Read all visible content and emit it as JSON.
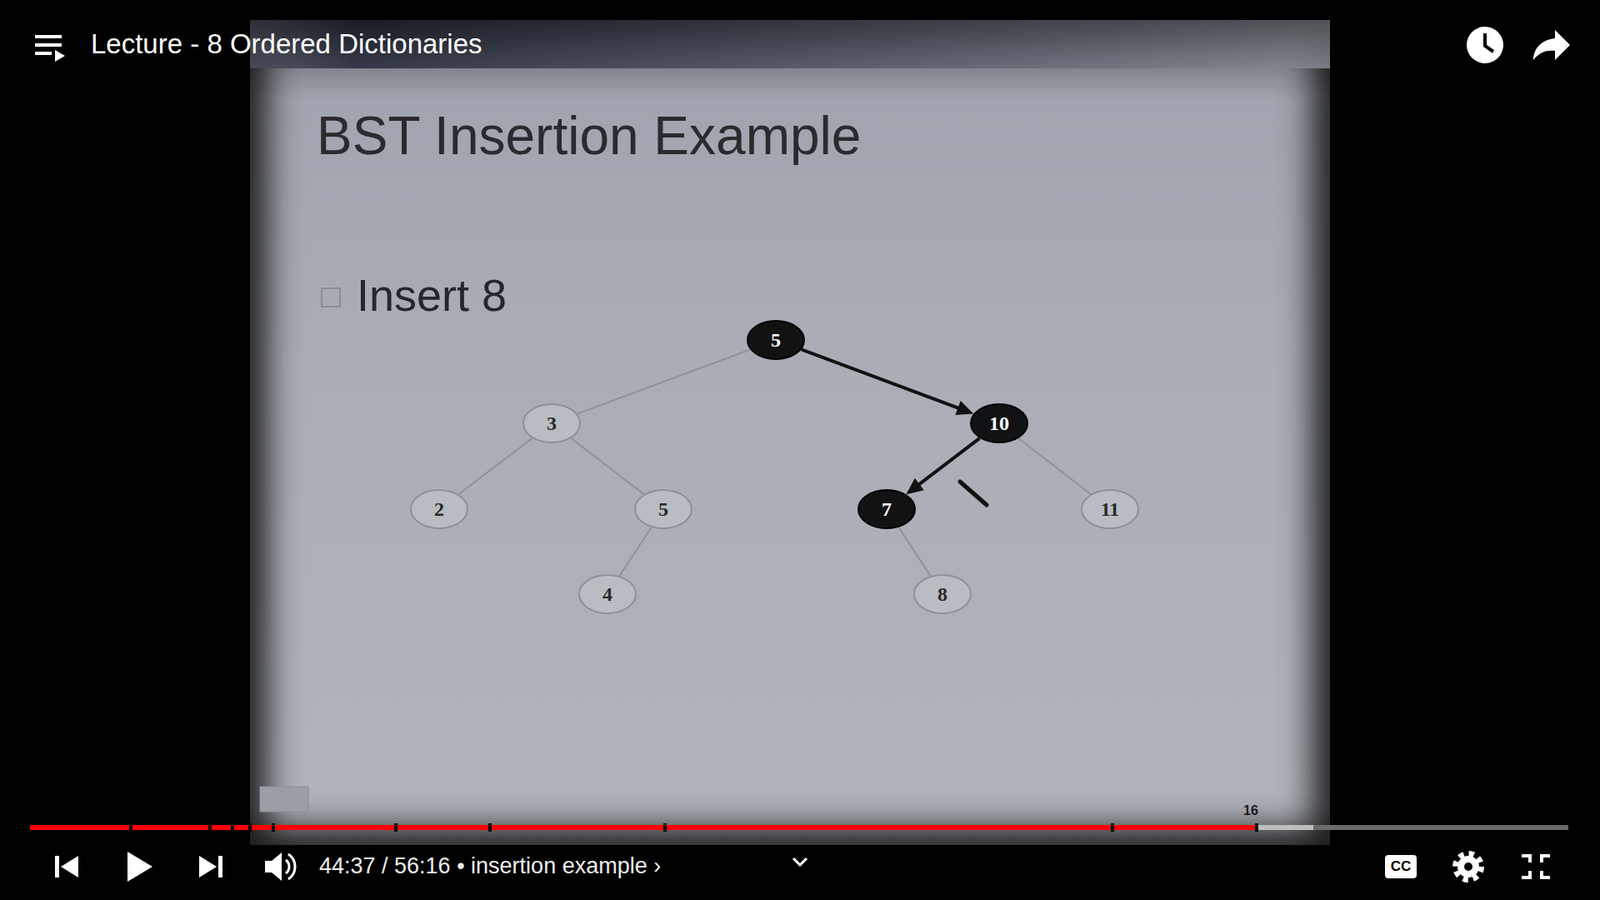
{
  "diagram": {
    "title": "BST Insertion Example",
    "nodes": [
      {
        "text": [
          "5"
        ]
      },
      {
        "text": [
          "3"
        ]
      },
      {
        "text": [
          "10"
        ]
      },
      {
        "text": [
          "2"
        ]
      },
      {
        "text": [
          "5"
        ]
      },
      {
        "text": [
          "7"
        ]
      },
      {
        "text": [
          "11"
        ]
      },
      {
        "text": [
          "4"
        ]
      },
      {
        "text": [
          "8"
        ]
      }
    ],
    "edges": [
      {
        "from": 0,
        "to": 1,
        "arrow": "none"
      },
      {
        "from": 0,
        "to": 2,
        "arrow": "to"
      },
      {
        "from": 1,
        "to": 3,
        "arrow": "none"
      },
      {
        "from": 1,
        "to": 4,
        "arrow": "none"
      },
      {
        "from": 4,
        "to": 7,
        "arrow": "none"
      },
      {
        "from": 2,
        "to": 5,
        "arrow": "to"
      },
      {
        "from": 2,
        "to": 6,
        "arrow": "none"
      },
      {
        "from": 5,
        "to": 8,
        "arrow": "none"
      }
    ],
    "labels": [
      "Lecture - 8 Ordered Dictionaries",
      "Insert 8",
      "16",
      "44:37 / 56:16 • insertion example ›",
      "CC"
    ]
  }
}
